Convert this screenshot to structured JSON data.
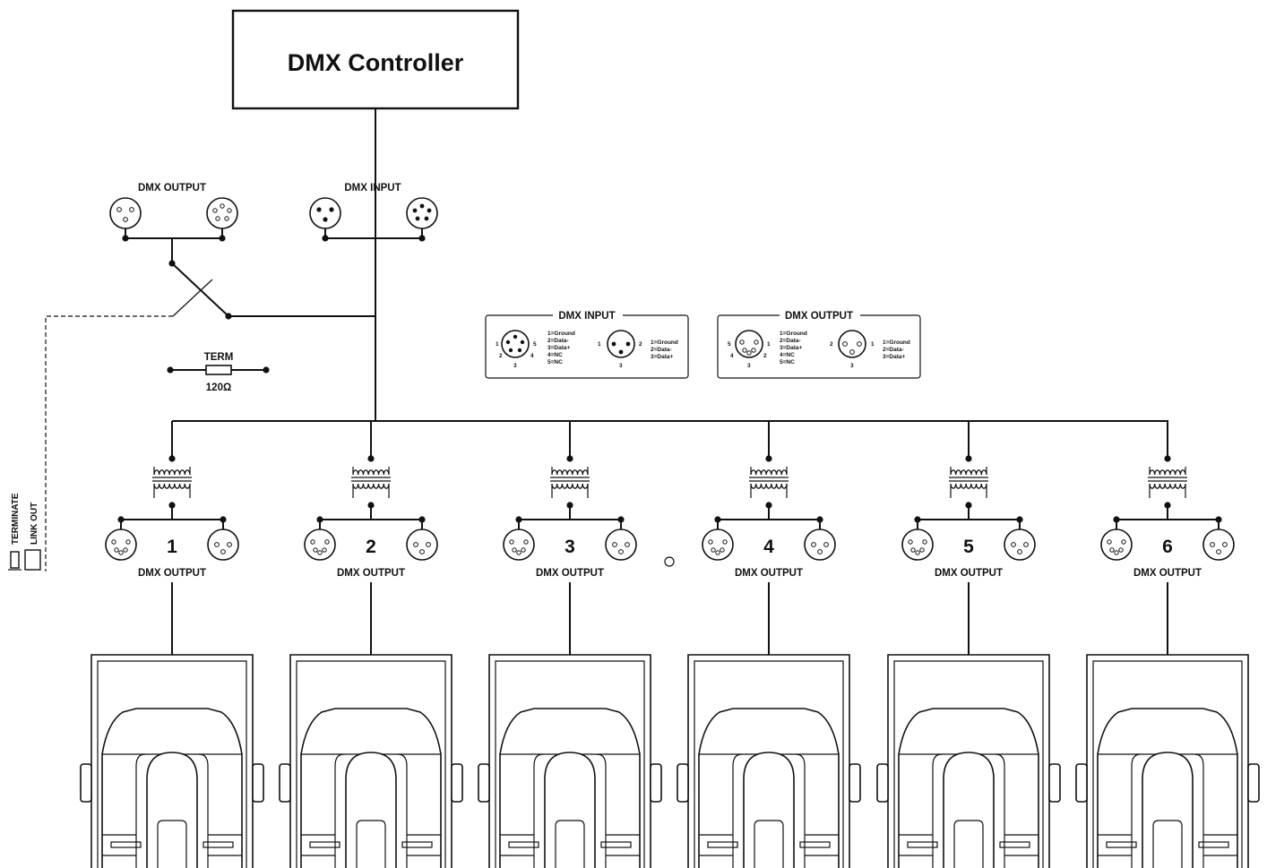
{
  "controller": {
    "title": "DMX Controller"
  },
  "top_connectors": {
    "output_label": "DMX OUTPUT",
    "input_label": "DMX INPUT"
  },
  "terminator": {
    "label": "TERM",
    "value": "120Ω"
  },
  "side_switch": {
    "terminate_label": "TERMINATE",
    "link_out_label": "LINK OUT"
  },
  "pinout_input": {
    "title": "DMX INPUT",
    "five_pin": {
      "pins": [
        "1",
        "2",
        "3",
        "4",
        "5"
      ],
      "lines": [
        "1=Ground",
        "2=Data-",
        "3=Data+",
        "4=NC",
        "5=NC"
      ]
    },
    "three_pin": {
      "pins": [
        "1",
        "2",
        "3"
      ],
      "lines": [
        "1=Ground",
        "2=Data-",
        "3=Data+"
      ]
    }
  },
  "pinout_output": {
    "title": "DMX OUTPUT",
    "five_pin": {
      "pins": [
        "5",
        "1",
        "4",
        "2",
        "3"
      ],
      "lines": [
        "1=Ground",
        "2=Data-",
        "3=Data+",
        "4=NC",
        "5=NC"
      ]
    },
    "three_pin": {
      "pins": [
        "2",
        "1",
        "3"
      ],
      "lines": [
        "1=Ground",
        "2=Data-",
        "3=Data+"
      ]
    }
  },
  "outputs": [
    {
      "number": "1",
      "label": "DMX OUTPUT"
    },
    {
      "number": "2",
      "label": "DMX OUTPUT"
    },
    {
      "number": "3",
      "label": "DMX OUTPUT"
    },
    {
      "number": "4",
      "label": "DMX OUTPUT"
    },
    {
      "number": "5",
      "label": "DMX OUTPUT"
    },
    {
      "number": "6",
      "label": "DMX OUTPUT"
    }
  ]
}
